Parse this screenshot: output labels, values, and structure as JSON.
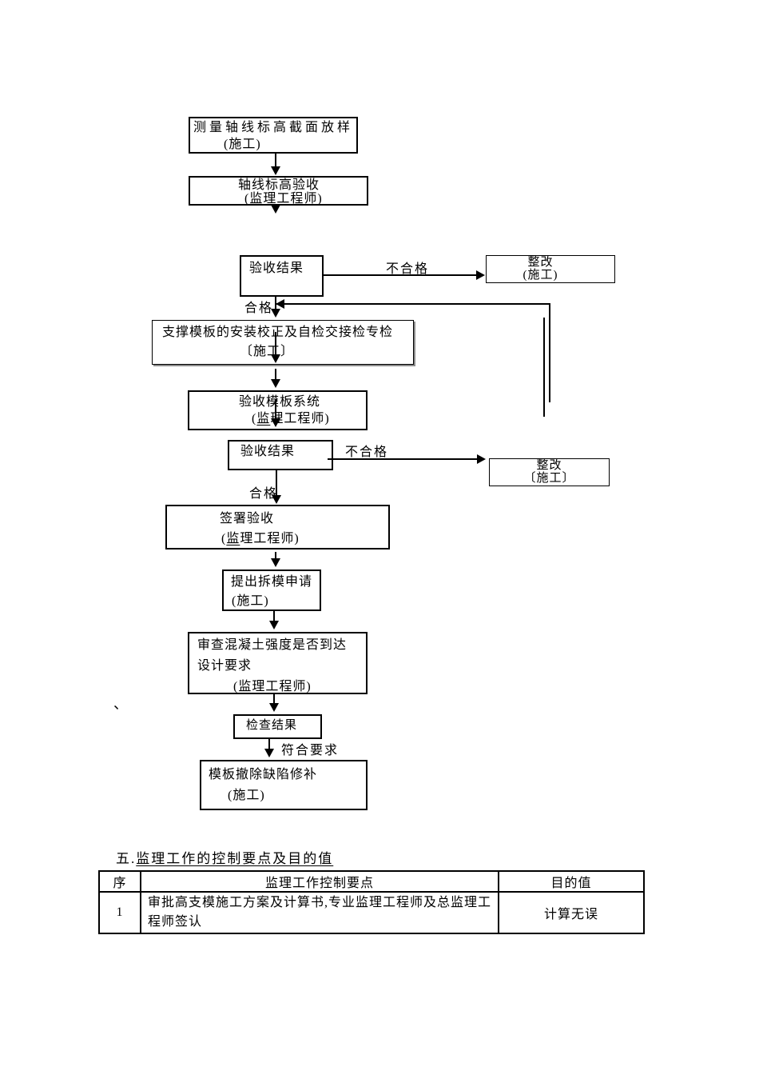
{
  "colors": {
    "ink": "#000000",
    "paper": "#ffffff",
    "shadow": "#8c8c8c"
  },
  "flow": {
    "b1": {
      "l1": "测量轴线标高截面放样",
      "l2": "(施工)"
    },
    "b2": {
      "l1": "轴线标高验收",
      "l2_pre": "(",
      "l2_u": "监理",
      "l2_rest": "工程师)"
    },
    "b3": {
      "l1": "验收结果"
    },
    "b4": {
      "l1": "整改",
      "l2": "(施工)"
    },
    "b5": {
      "l1": "支撑模板的安装校正及自检交接检专检",
      "l2": "〔施工〕"
    },
    "b6": {
      "l1": "验收模板系统",
      "l2_pre": "(",
      "l2_u": "监",
      "l2_rest": "理工程师)"
    },
    "b7": {
      "l1": "验收结果"
    },
    "b8": {
      "l1": "整改",
      "l2": "〔施工〕"
    },
    "b9": {
      "l1": "签署验收",
      "l2_pre": "(",
      "l2_u": "监",
      "l2_rest": "理工程师)"
    },
    "b10": {
      "l1": "提出拆模申请",
      "l2": "(施工)"
    },
    "b11": {
      "l1": "审查混凝土强度是否到达设计要求",
      "l2": "(监理工程师)"
    },
    "b12": {
      "l1": "检查结果"
    },
    "b13": {
      "l1": "模板撤除缺陷修补",
      "l2": "(施工)"
    },
    "labels": {
      "fail1": "不合格",
      "pass1": "合格",
      "fail2": "不合格",
      "pass2": "合格",
      "ok": "符合要求",
      "stray": "、"
    }
  },
  "section": {
    "prefix": "五.",
    "title": "监理工作的控制要点及目的值"
  },
  "table": {
    "headers": [
      "序",
      "监理工作控制要点",
      "目的值"
    ],
    "rows": [
      {
        "no": "1",
        "point": "审批高支模施工方案及计算书,专业监理工程师及总监理工程师签认",
        "target": "计算无误"
      }
    ]
  }
}
